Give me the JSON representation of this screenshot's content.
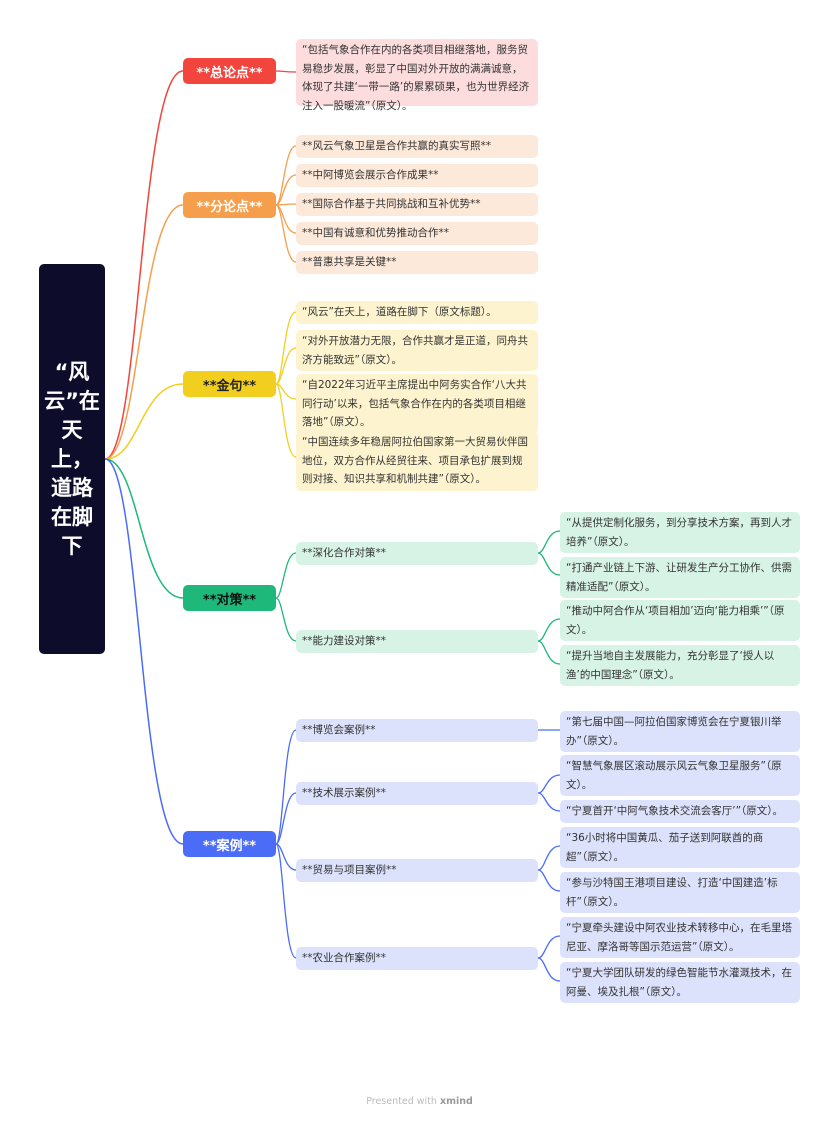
{
  "root": {
    "title": "“风云”在天上，道路在脚下"
  },
  "colors": {
    "root": "#0d0d2b",
    "summary": "#f2453d",
    "points": "#f59e4c",
    "quotes": "#f2cf1f",
    "measures": "#1db87a",
    "cases": "#4a6cf7"
  },
  "summary": {
    "label": "**总论点**",
    "items": [
      "“包括气象合作在内的各类项目相继落地，服务贸易稳步发展，彰显了中国对外开放的满满诚意，体现了共建‘一带一路’的累累硕果，也为世界经济注入一股暖流”（原文）。"
    ]
  },
  "points": {
    "label": "**分论点**",
    "items": [
      "**风云气象卫星是合作共赢的真实写照**",
      "**中阿博览会展示合作成果**",
      "**国际合作基于共同挑战和互补优势**",
      "**中国有诚意和优势推动合作**",
      "**普惠共享是关键**"
    ]
  },
  "quotes": {
    "label": "**金句**",
    "items": [
      "“风云”在天上，道路在脚下（原文标题）。",
      "“对外开放潜力无限，合作共赢才是正道，同舟共济方能致远”（原文）。",
      "“自2022年习近平主席提出中阿务实合作‘八大共同行动’以来，包括气象合作在内的各类项目相继落地”（原文）。",
      "“中国连续多年稳居阿拉伯国家第一大贸易伙伴国地位，双方合作从经贸往来、项目承包扩展到规则对接、知识共享和机制共建”（原文）。"
    ]
  },
  "measures": {
    "label": "**对策**",
    "subs": [
      {
        "label": "**深化合作对策**",
        "items": [
          "“从提供定制化服务，到分享技术方案，再到人才培养”（原文）。",
          "“打通产业链上下游、让研发生产分工协作、供需精准适配”（原文）。"
        ]
      },
      {
        "label": "**能力建设对策**",
        "items": [
          "“推动中阿合作从‘项目相加’迈向‘能力相乘’”（原文）。",
          "“提升当地自主发展能力，充分彰显了‘授人以渔’的中国理念”（原文）。"
        ]
      }
    ]
  },
  "cases": {
    "label": "**案例**",
    "subs": [
      {
        "label": "**博览会案例**",
        "items": [
          "“第七届中国—阿拉伯国家博览会在宁夏银川举办”（原文）。"
        ]
      },
      {
        "label": "**技术展示案例**",
        "items": [
          "“智慧气象展区滚动展示风云气象卫星服务”（原文）。",
          "“宁夏首开‘中阿气象技术交流会客厅’”（原文）。"
        ]
      },
      {
        "label": "**贸易与项目案例**",
        "items": [
          "“36小时将中国黄瓜、茄子送到阿联酋的商超”（原文）。",
          "“参与沙特国王港项目建设、打造‘中国建造’标杆”（原文）。"
        ]
      },
      {
        "label": "**农业合作案例**",
        "items": [
          "“宁夏牵头建设中阿农业技术转移中心，在毛里塔尼亚、摩洛哥等国示范运营”（原文）。",
          "“宁夏大学团队研发的绿色智能节水灌溉技术，在阿曼、埃及扎根”（原文）。"
        ]
      }
    ]
  },
  "footer": {
    "prefix": "Presented with",
    "brand": "xmind"
  }
}
